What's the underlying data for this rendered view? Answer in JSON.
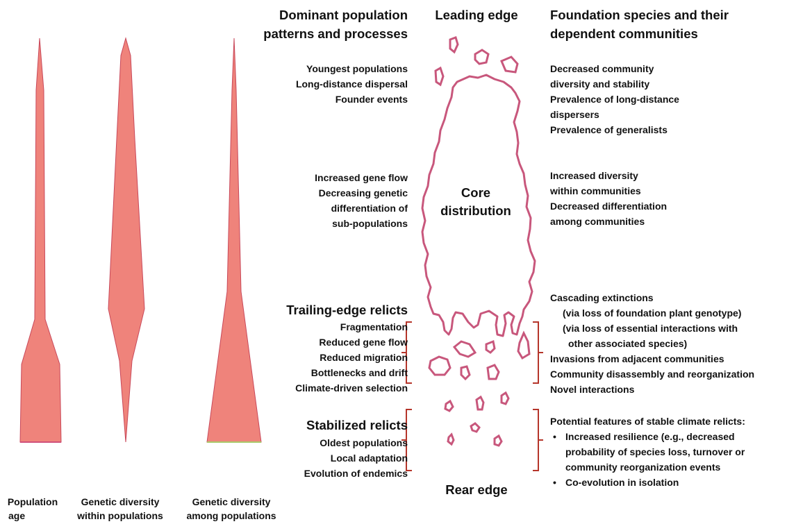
{
  "left_panels": [
    {
      "label_line1": "Population",
      "label_line2": "age"
    },
    {
      "label_line1": "Genetic diversity",
      "label_line2": "within populations"
    },
    {
      "label_line1": "Genetic diversity",
      "label_line2": "among populations"
    }
  ],
  "headers": {
    "population_line1": "Dominant population",
    "population_line2": "patterns and processes",
    "leading_edge": "Leading edge",
    "foundation_line1": "Foundation species and their",
    "foundation_line2": "dependent communities",
    "rear_edge": "Rear edge"
  },
  "core": {
    "line1": "Core",
    "line2": "distribution"
  },
  "leading_population": [
    "Youngest populations",
    "Long-distance dispersal",
    "Founder events"
  ],
  "core_population": [
    "Increased gene flow",
    "Decreasing genetic",
    "differentiation of",
    "sub-populations"
  ],
  "trailing": {
    "title": "Trailing-edge relicts",
    "population": [
      "Fragmentation",
      "Reduced gene flow",
      "Reduced migration",
      "Bottlenecks and drift",
      "Climate-driven selection"
    ]
  },
  "stabilized": {
    "title": "Stabilized relicts",
    "population": [
      "Oldest populations",
      "Local adaptation",
      "Evolution of endemics"
    ]
  },
  "leading_community": [
    "Decreased community",
    "diversity and stability",
    "Prevalence of long-distance",
    "dispersers",
    "Prevalence of generalists"
  ],
  "core_community": [
    "Increased diversity",
    "within communities",
    "Decreased differentiation",
    "among communities"
  ],
  "trailing_community": {
    "line1": "Cascading extinctions",
    "line2": "(via loss of foundation plant genotype)",
    "line3": "(via loss of  essential interactions with",
    "line4": "other associated species)",
    "line5": "Invasions from adjacent communities",
    "line6": "Community disassembly and reorganization",
    "line7": "Novel interactions"
  },
  "stable_community": {
    "title": "Potential features of stable climate relicts:",
    "bullet1_line1": "Increased resilience (e.g., decreased",
    "bullet1_line2": "probability of species loss, turnover or",
    "bullet1_line3": "community reorganization events",
    "bullet2": "Co-evolution in isolation"
  },
  "colors": {
    "fill": "#ef837b",
    "stroke": "#c8485a",
    "outline": "#c8577c",
    "bracket": "#b5352a",
    "base_green": "#a9c96a"
  }
}
